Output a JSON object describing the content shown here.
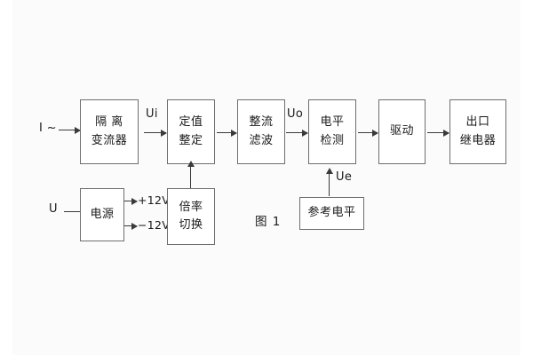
{
  "figure": {
    "caption": "图 1",
    "background_color": "#fbfbfc",
    "box_border_color": "#6e6e6e",
    "line_color": "#3a3a3a",
    "text_color": "#1a1a1a"
  },
  "inputs": [
    {
      "id": "current-input",
      "label": "I ~"
    },
    {
      "id": "voltage-input",
      "label": "U"
    }
  ],
  "blocks": [
    {
      "id": "isolation-transformer",
      "lines": [
        "隔 离",
        "变流器"
      ]
    },
    {
      "id": "setting-value",
      "lines": [
        "定值",
        "整定"
      ]
    },
    {
      "id": "rectifier-filter",
      "lines": [
        "整流",
        "滤波"
      ]
    },
    {
      "id": "level-detection",
      "lines": [
        "电平",
        "检测"
      ]
    },
    {
      "id": "driver",
      "lines": [
        "驱动"
      ]
    },
    {
      "id": "output-relay",
      "lines": [
        "出口",
        "继电器"
      ]
    },
    {
      "id": "power-supply",
      "lines": [
        "电源"
      ]
    },
    {
      "id": "ratio-switch",
      "lines": [
        "倍率",
        "切换"
      ]
    },
    {
      "id": "reference-level",
      "lines": [
        "参考电平"
      ]
    }
  ],
  "signals": [
    {
      "id": "ui-signal",
      "label": "Ui"
    },
    {
      "id": "uo-signal",
      "label": "Uo"
    },
    {
      "id": "ue-signal",
      "label": "Ue"
    }
  ],
  "power_rails": [
    {
      "id": "rail-positive",
      "label": "+12V"
    },
    {
      "id": "rail-negative",
      "label": "−12V"
    }
  ]
}
